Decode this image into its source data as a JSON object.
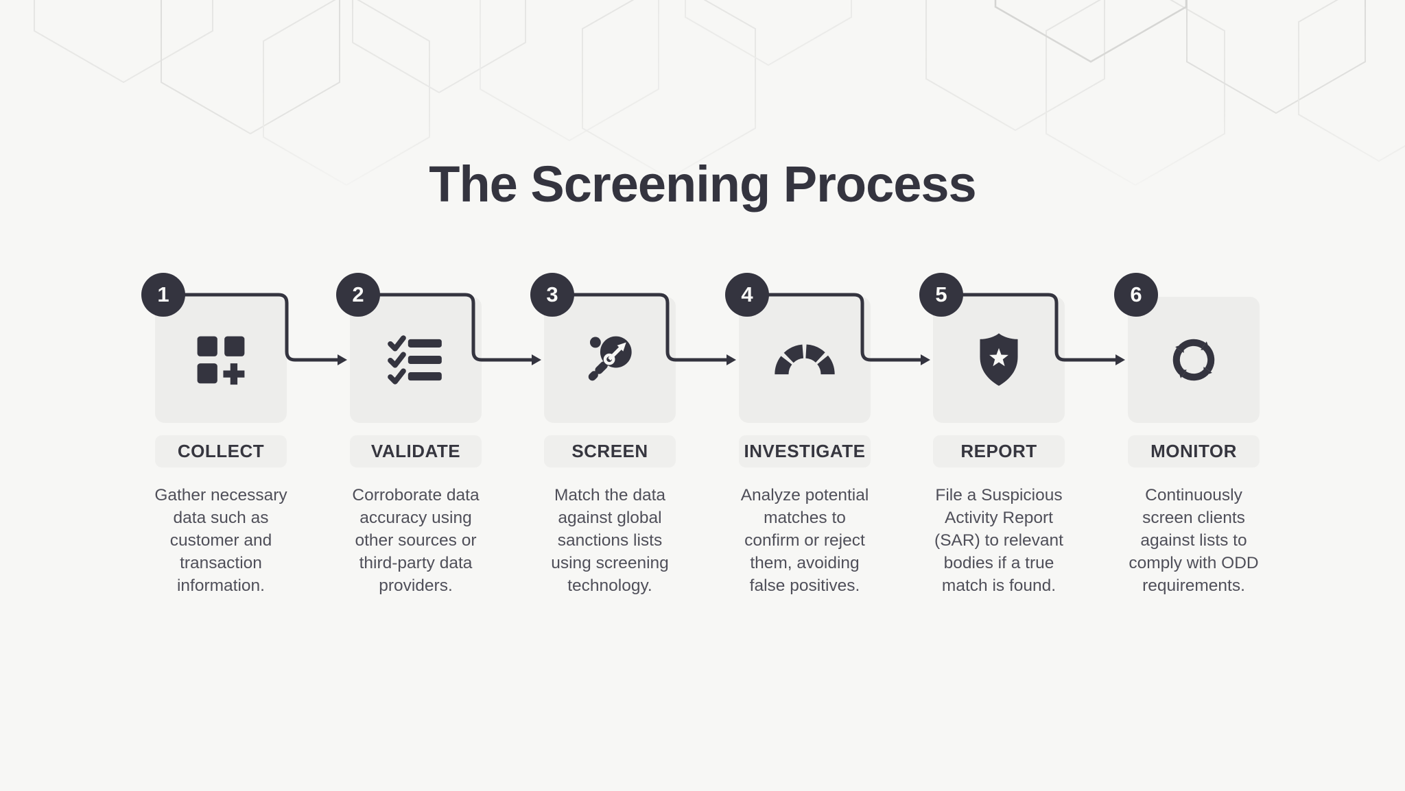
{
  "title": "The Screening Process",
  "colors": {
    "accent_navy": "#34343F",
    "background": "#F7F7F5",
    "tile_gray": "#EDEDEB",
    "pill_gray": "#EFEFED",
    "body_text": "#4F4F59",
    "hex_line": "#E5E5E3"
  },
  "steps": [
    {
      "number": "1",
      "label": "COLLECT",
      "icon": "grid-plus-icon",
      "description": "Gather necessary\ndata such as\ncustomer and\ntransaction\ninformation."
    },
    {
      "number": "2",
      "label": "VALIDATE",
      "icon": "checklist-icon",
      "description": "Corroborate data\naccuracy using\nother sources or\nthird-party data\nproviders."
    },
    {
      "number": "3",
      "label": "SCREEN",
      "icon": "magnifier-target-icon",
      "description": "Match the data\nagainst global\nsanctions lists\nusing screening\ntechnology."
    },
    {
      "number": "4",
      "label": "INVESTIGATE",
      "icon": "gauge-icon",
      "description": "Analyze potential\nmatches to\nconfirm or reject\nthem, avoiding\nfalse positives."
    },
    {
      "number": "5",
      "label": "REPORT",
      "icon": "shield-star-icon",
      "description": "File a Suspicious\nActivity Report\n(SAR) to relevant\nbodies if a true\nmatch is found."
    },
    {
      "number": "6",
      "label": "MONITOR",
      "icon": "cycle-arrows-icon",
      "description": "Continuously\nscreen clients\nagainst lists to\ncomply with ODD\nrequirements."
    }
  ]
}
